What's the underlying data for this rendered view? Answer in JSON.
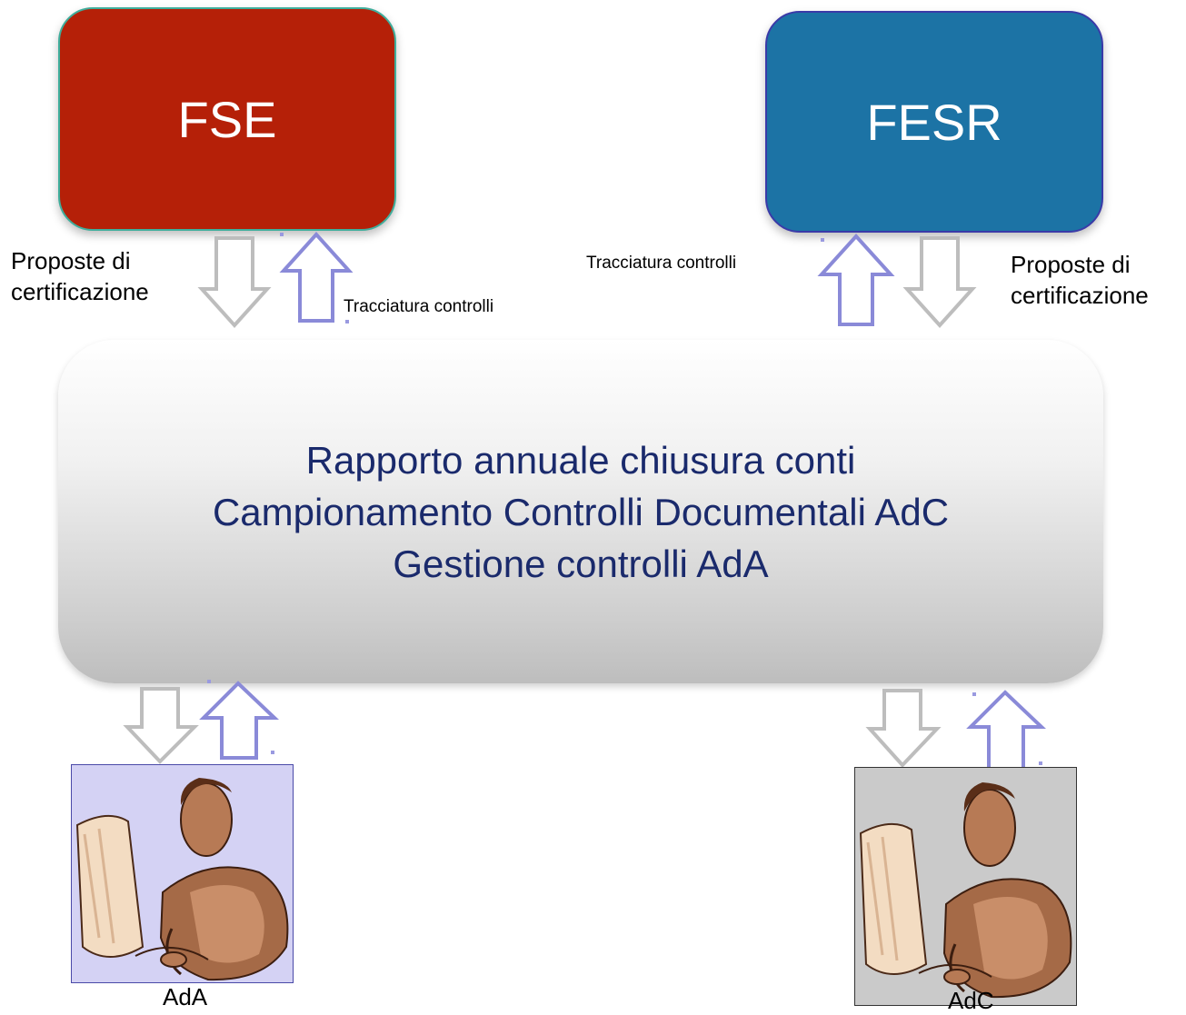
{
  "boxes": {
    "fse_label": "FSE",
    "fesr_label": "FESR"
  },
  "central": {
    "line1": "Rapporto annuale chiusura conti",
    "line2": "Campionamento Controlli Documentali AdC",
    "line3": "Gestione controlli AdA"
  },
  "left_labels": {
    "proposte_line1": "Proposte di",
    "proposte_line2": "certificazione",
    "tracciatura": "Tracciatura controlli"
  },
  "right_labels": {
    "proposte_line1": "Proposte di",
    "proposte_line2": "certificazione",
    "tracciatura": "Tracciatura controlli"
  },
  "actors": {
    "ada_label": "AdA",
    "adc_label": "AdC"
  },
  "colors": {
    "fse": "#b52008",
    "fesr": "#1c73a5",
    "central_text": "#1a2a6c",
    "down_arrow": "#bdbdbd",
    "up_arrow": "#8a8ad8",
    "ada_bg": "#d4d2f4",
    "adc_bg": "#cacaca"
  },
  "icons": {
    "down_arrow": "hollow-down-arrow",
    "up_arrow": "hollow-up-arrow",
    "person": "person-at-computer-clipart"
  }
}
